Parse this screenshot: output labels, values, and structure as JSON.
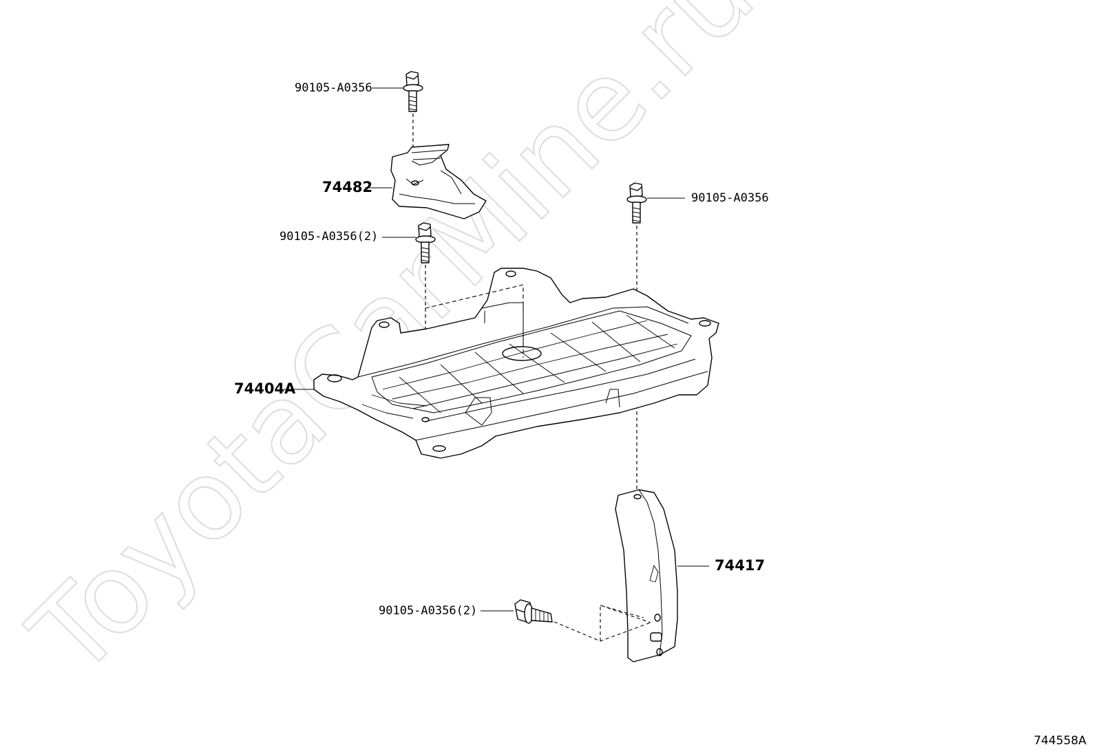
{
  "diagram": {
    "watermark": "ToyotaCarMine.ru",
    "figure_code": "744558A",
    "callouts": {
      "bolt_top": "90105-A0356",
      "bracket_74482": "74482",
      "bolt_mid_left": "90105-A0356(2)",
      "bolt_right": "90105-A0356",
      "tray_74404a": "74404A",
      "bracket_74417": "74417",
      "bolt_bottom": "90105-A0356(2)"
    }
  },
  "colors": {
    "line": "#000000",
    "watermark": "#d9d9d9"
  }
}
